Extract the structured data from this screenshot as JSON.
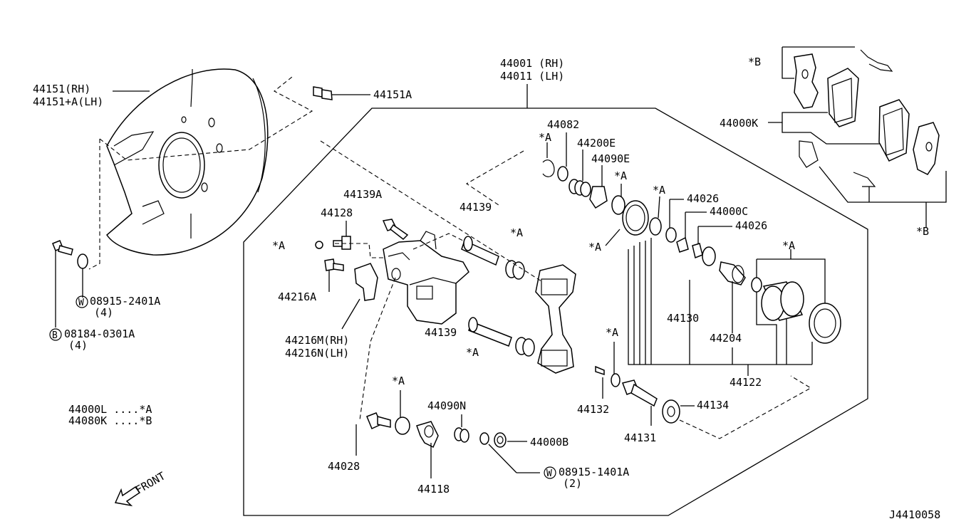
{
  "diagram_code": "J4410058",
  "front_label": "FRONT",
  "legend": {
    "kit_a": "44000L ....*A",
    "kit_b": "44080K ....*B"
  },
  "parts": {
    "p44151_rh": "44151(RH)",
    "p44151_lh": "44151+A(LH)",
    "p44151a": "44151A",
    "p44001_rh": "44001 (RH)",
    "p44011_lh": "44011 (LH)",
    "p44082": "44082",
    "p44200e": "44200E",
    "p44090e": "44090E",
    "p44026_a": "44026",
    "p44000c": "44000C",
    "p44026_b": "44026",
    "p44000k": "44000K",
    "p44139a": "44139A",
    "p44128": "44128",
    "p44139_a": "44139",
    "p44139_b": "44139",
    "p44216a": "44216A",
    "p44216m": "44216M(RH)",
    "p44216n": "44216N(LH)",
    "p44130": "44130",
    "p44204": "44204",
    "p44122": "44122",
    "p44132": "44132",
    "p44131": "44131",
    "p44134": "44134",
    "p44090n": "44090N",
    "p44000b": "44000B",
    "p44028": "44028",
    "p44118": "44118",
    "washer_1": "08915-2401A",
    "washer_1_qty": "(4)",
    "bolt_1": "08184-0301A",
    "bolt_1_qty": "(4)",
    "washer_2": "08915-1401A",
    "washer_2_qty": "(2)"
  },
  "markers": {
    "a": "*A",
    "b": "*B",
    "w": "W",
    "b_circle": "B"
  }
}
